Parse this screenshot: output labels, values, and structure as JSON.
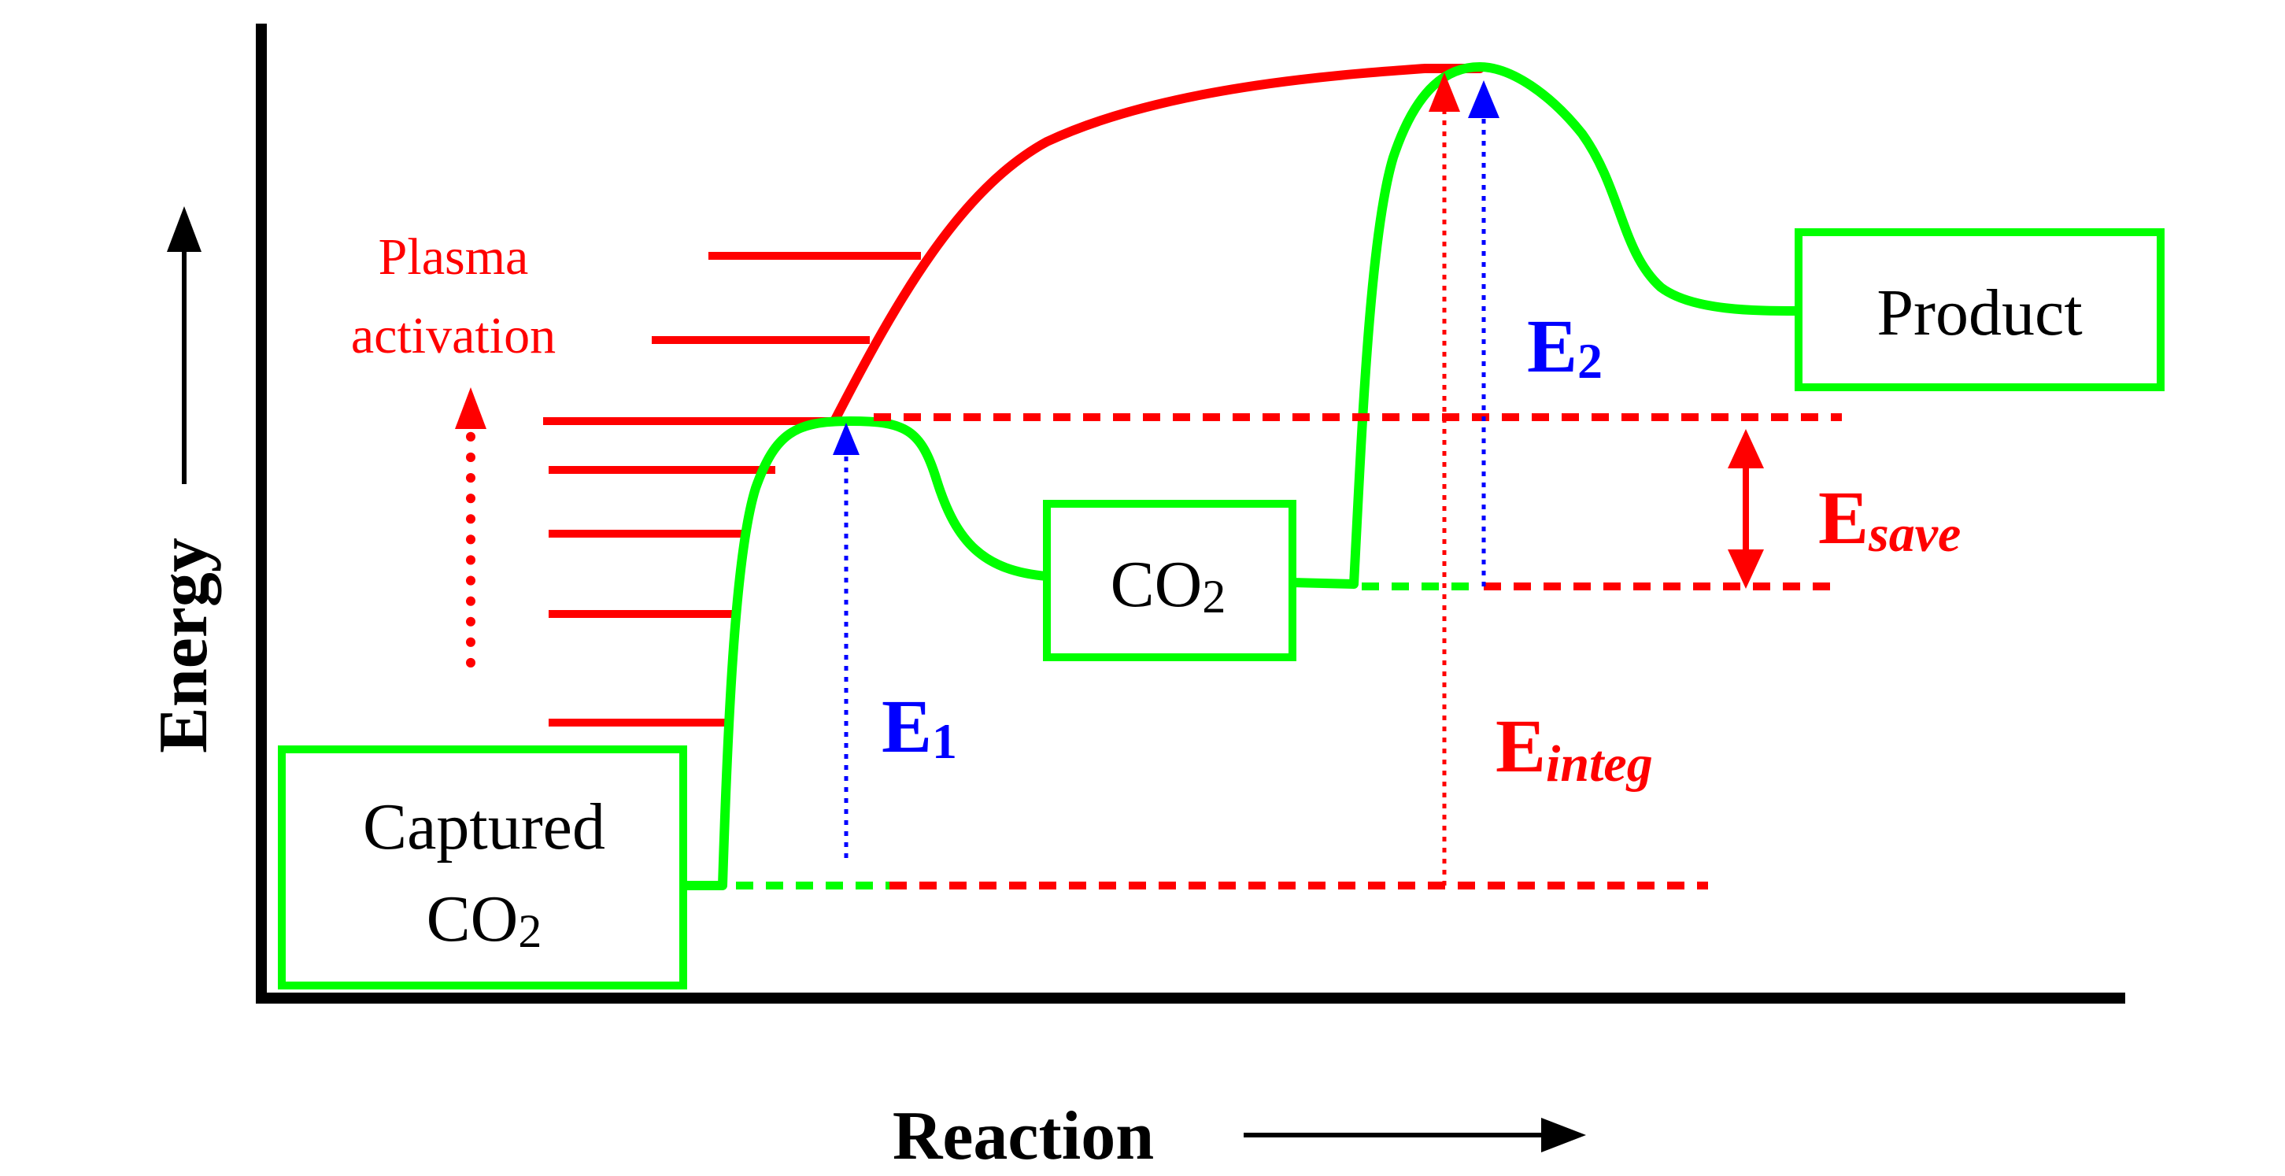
{
  "axes": {
    "y_label": "Energy",
    "x_label": "Reaction"
  },
  "boxes": {
    "captured_line1": "Captured",
    "captured_line2_main": "CO",
    "captured_line2_sub": "2",
    "intermediate_main": "CO",
    "intermediate_sub": "2",
    "product": "Product"
  },
  "plasma": {
    "line1": "Plasma",
    "line2": "activation"
  },
  "labels": {
    "e1_main": "E",
    "e1_sub": "1",
    "e2_main": "E",
    "e2_sub": "2",
    "esave_main": "E",
    "esave_sub": "save",
    "einteg_main": "E",
    "einteg_sub": "integ"
  },
  "colors": {
    "thermal_path": "#00ff00",
    "plasma_path": "#ff0000",
    "e1_e2": "#0000ff",
    "esave_einteg": "#ff0000",
    "axes": "#000000"
  }
}
